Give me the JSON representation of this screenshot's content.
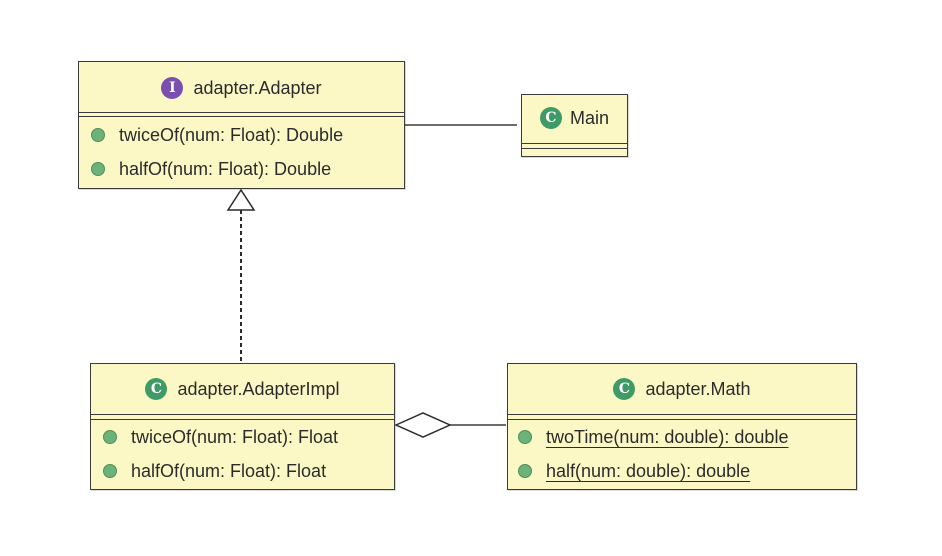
{
  "adapter_interface": {
    "kind_icon": "interface-icon",
    "name": "adapter.Adapter",
    "methods": [
      {
        "signature": "twiceOf(num: Float): Double"
      },
      {
        "signature": "halfOf(num: Float): Double"
      }
    ]
  },
  "main_class": {
    "kind_icon": "class-icon",
    "name": "Main"
  },
  "adapter_impl": {
    "kind_icon": "class-icon",
    "name": "adapter.AdapterImpl",
    "methods": [
      {
        "signature": "twiceOf(num: Float): Float"
      },
      {
        "signature": "halfOf(num: Float): Float"
      }
    ]
  },
  "math_class": {
    "kind_icon": "class-icon",
    "name": "adapter.Math",
    "methods": [
      {
        "signature": "twoTime(num: double): double"
      },
      {
        "signature": "half(num: double): double"
      }
    ]
  },
  "icons": {
    "interface_letter": "I",
    "class_letter": "C"
  },
  "colors": {
    "box_fill": "#fbf8c6",
    "interface_badge": "#7a4fb0",
    "class_badge": "#3f9b66",
    "method_dot": "#6cb37a"
  }
}
